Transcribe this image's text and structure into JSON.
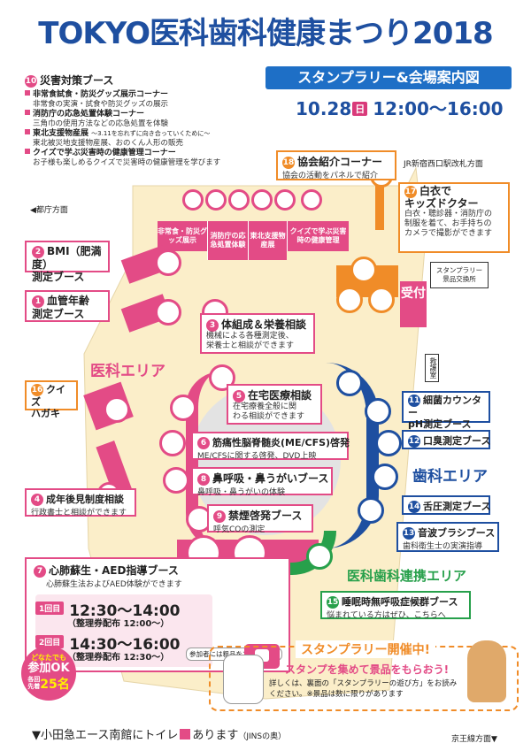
{
  "header": {
    "title": "TOKYO医科歯科健康まつり2018",
    "subtitle": "スタンプラリー&会場案内図",
    "date": "10.28",
    "day_of_week": "日",
    "time": "12:00〜16:00"
  },
  "directions": {
    "tocho": "◀都庁方面",
    "jr": "JR新宿西口駅改札方面",
    "keio": "京王線方面▼"
  },
  "disaster": {
    "number": "⑩",
    "title": "災害対策ブース",
    "items": [
      {
        "name": "非常食試食・防災グッズ展示コーナー",
        "desc": "非常食の実演・試食や防災グッズの展示"
      },
      {
        "name": "消防庁の応急処置体験コーナー",
        "desc": "三角巾の使用方法などの応急処置を体験"
      },
      {
        "name": "東北支援物産展",
        "note": "〜3.11を忘れずに向き合っていくために〜",
        "desc": "東北被災地支援物産展、おのくん人形の販売"
      },
      {
        "name": "クイズで学ぶ災害時の健康管理コーナー",
        "desc": "お子様も楽しめるクイズで災害時の健康管理を学びます"
      }
    ],
    "booths": [
      "非常食・防災グッズ展示",
      "消防庁の応急処置体験",
      "東北支援物産展",
      "クイズで学ぶ災害時の健康管理"
    ]
  },
  "booths": {
    "b1": {
      "num": "1",
      "label": "血管年齢\n測定ブース"
    },
    "b2": {
      "num": "2",
      "label": "BMI（肥満度）\n測定ブース"
    },
    "b3": {
      "num": "3",
      "label": "体組成＆栄養相談",
      "desc": "機械による各種測定後、\n栄養士と相談ができます"
    },
    "b4": {
      "num": "4",
      "label": "成年後見制度相談",
      "desc": "行政書士と相談ができます"
    },
    "b5": {
      "num": "5",
      "label": "在宅医療相談",
      "desc": "在宅療養全般に関\nわる相談ができます"
    },
    "b6": {
      "num": "6",
      "label": "筋痛性脳脊髄炎(ME/CFS)啓発",
      "desc": "ME/CFSに関する啓発、DVD上映"
    },
    "b7": {
      "num": "7",
      "label": "心肺蘇生・AED指導ブース",
      "desc": "心肺蘇生法およびAED体験ができます"
    },
    "b8": {
      "num": "8",
      "label": "鼻呼吸・鼻うがいブース",
      "desc": "鼻呼吸・鼻うがいの体験"
    },
    "b9": {
      "num": "9",
      "label": "禁煙啓発ブース",
      "desc": "呼気COの測定"
    },
    "b11": {
      "num": "11",
      "label": "細菌カウンター\npH測定ブース"
    },
    "b12": {
      "num": "12",
      "label": "口臭測定ブース"
    },
    "b13": {
      "num": "13",
      "label": "音波ブラシブース",
      "desc": "歯科衛生士の実演指導"
    },
    "b14": {
      "num": "14",
      "label": "舌圧測定ブース"
    },
    "b15": {
      "num": "15",
      "label": "睡眠時無呼吸症候群ブース",
      "desc": "悩まれている方はぜひ、こちらへ"
    },
    "b16": {
      "num": "16",
      "label": "クイズ\nハガキ"
    },
    "b17": {
      "num": "17",
      "label": "白衣で\nキッズドクター",
      "desc": "白衣・聴診器・消防庁の\n制服を着て、お手持ちの\nカメラで撮影ができます"
    },
    "b18": {
      "num": "18",
      "label": "協会紹介コーナー",
      "desc": "協会の活動をパネルで紹介"
    }
  },
  "areas": {
    "medical": "医科エリア",
    "dental": "歯科エリア",
    "link": "医科歯科連携エリア",
    "room": "救護室",
    "reception": "受付",
    "stamp_exchange": "スタンプラリー\n景品交換所"
  },
  "schedule": {
    "rows": [
      {
        "tag": "1回目",
        "time": "12:30〜14:00",
        "ticket": "（整理券配布 12:00〜）"
      },
      {
        "tag": "2回目",
        "time": "14:30〜16:00",
        "ticket": "（整理券配布 12:30〜）"
      }
    ],
    "gift_note": "参加者には粗品をプレゼント!"
  },
  "badge": {
    "line1": "どなたでも",
    "line2": "参加OK",
    "line3": "各回",
    "line4": "先着",
    "count": "25名"
  },
  "stamp": {
    "title": "スタンプラリー開催中!",
    "line1": "スタンプを集めて景品をもらおう!",
    "line2": "詳しくは、裏面の「スタンプラリーの遊び方」をお読み",
    "line3": "ください。※景品は数に限りがあります"
  },
  "footer": {
    "toilet": "▼小田急エース南館にトイレ",
    "toilet2": "あります",
    "toilet_note": "（JINSの奥）"
  },
  "colors": {
    "blue": "#1e4fa0",
    "pink": "#e34b86",
    "green": "#27a04b",
    "orange": "#f08c28",
    "floor": "#fbeec9"
  }
}
